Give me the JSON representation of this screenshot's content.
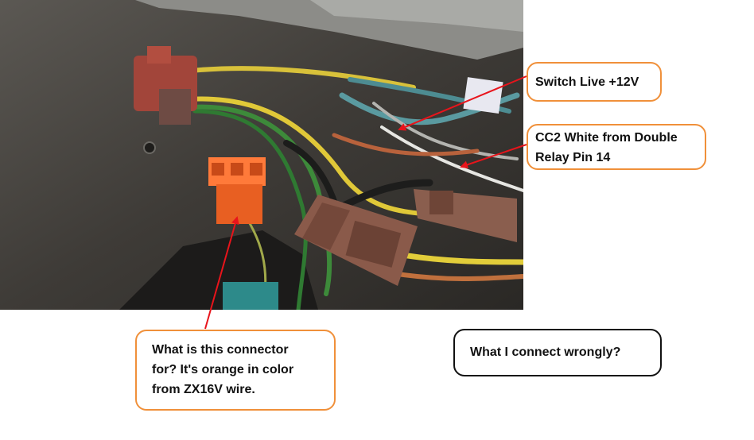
{
  "callouts": {
    "switch_live": {
      "text": "Switch Live +12V"
    },
    "cc2_white": {
      "line1": "CC2 White from Double",
      "line2": "Relay Pin 14"
    },
    "orange_connector": {
      "line1": "What is this connector",
      "line2": "for? It's orange in color",
      "line3": "from ZX16V wire."
    },
    "wrong_question": {
      "text": "What I connect wrongly?"
    }
  },
  "colors": {
    "annotation_arrow": "#e8141b",
    "callout_border": "#f0903a",
    "question_border": "#111111",
    "orange_connector": "#f26a2a",
    "brown_connector": "#8a5a4a"
  }
}
